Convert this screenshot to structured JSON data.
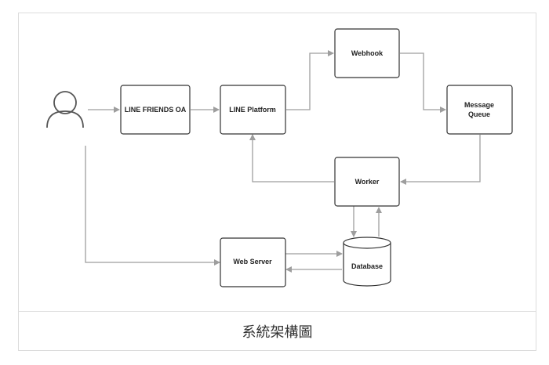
{
  "diagram": {
    "caption": "系統架構圖",
    "nodes": {
      "user": "",
      "oa": "LINE FRIENDS OA",
      "platform": "LINE Platform",
      "webhook": "Webhook",
      "queue_line1": "Message",
      "queue_line2": "Queue",
      "worker": "Worker",
      "webserver": "Web Server",
      "database": "Database"
    },
    "icons": {
      "user": "person-icon"
    }
  }
}
